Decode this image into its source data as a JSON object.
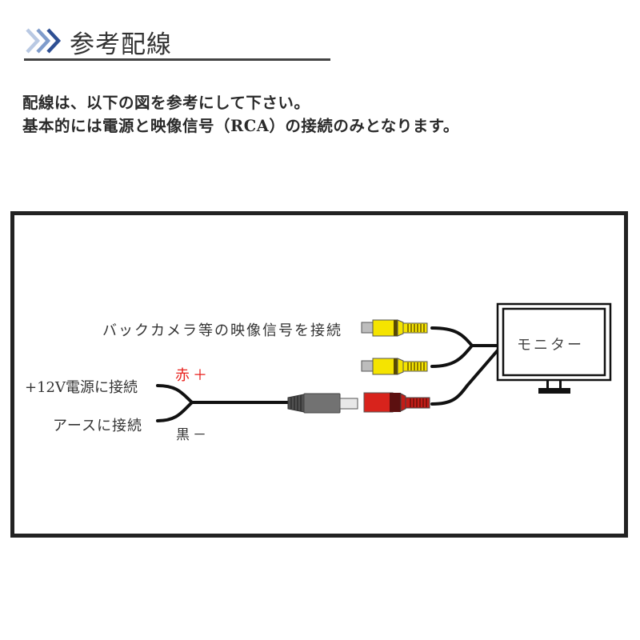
{
  "header": {
    "title": "参考配線",
    "icon": "triple-chevron-right-icon",
    "chevron_colors": [
      "#b9c9e3",
      "#7f9ccb",
      "#2e4f93"
    ]
  },
  "intro": {
    "line1": "配線は、以下の図を参考にして下さい。",
    "line2": "基本的には電源と映像信号（RCA）の接続のみとなります。"
  },
  "diagram": {
    "video_label": "バックカメラ等の映像信号を接続",
    "power_label": "+12V電源に接続",
    "ground_label": "アースに接続",
    "red_wire_label": "赤＋",
    "black_wire_label": "黒－",
    "monitor_label": "モニター",
    "connectors": [
      {
        "name": "yellow-rca-video-top",
        "color": "#f5e400"
      },
      {
        "name": "yellow-rca-video-bottom",
        "color": "#f5e400"
      },
      {
        "name": "red-rca-power",
        "color": "#d8231c"
      },
      {
        "name": "dc-plug",
        "color": "#6d6d6d"
      }
    ],
    "colors": {
      "frame": "#222222",
      "cable": "#111111",
      "red_text": "#e8201c"
    }
  }
}
